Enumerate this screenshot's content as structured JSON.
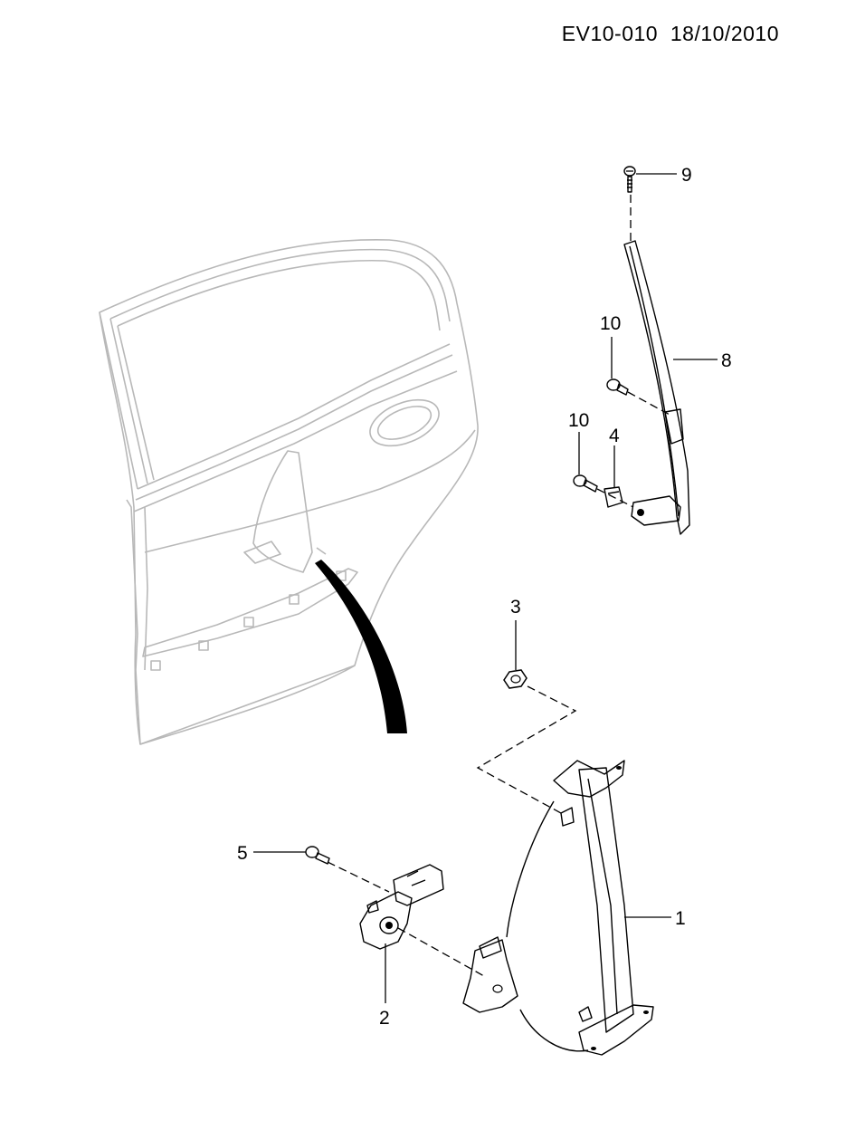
{
  "header": {
    "doc_code": "EV10-010",
    "date": "18/10/2010"
  },
  "callouts": [
    {
      "id": "1",
      "label": "1"
    },
    {
      "id": "2",
      "label": "2"
    },
    {
      "id": "3",
      "label": "3"
    },
    {
      "id": "4",
      "label": "4"
    },
    {
      "id": "5",
      "label": "5"
    },
    {
      "id": "8",
      "label": "8"
    },
    {
      "id": "9",
      "label": "9"
    },
    {
      "id": "10a",
      "label": "10"
    },
    {
      "id": "10b",
      "label": "10"
    }
  ]
}
